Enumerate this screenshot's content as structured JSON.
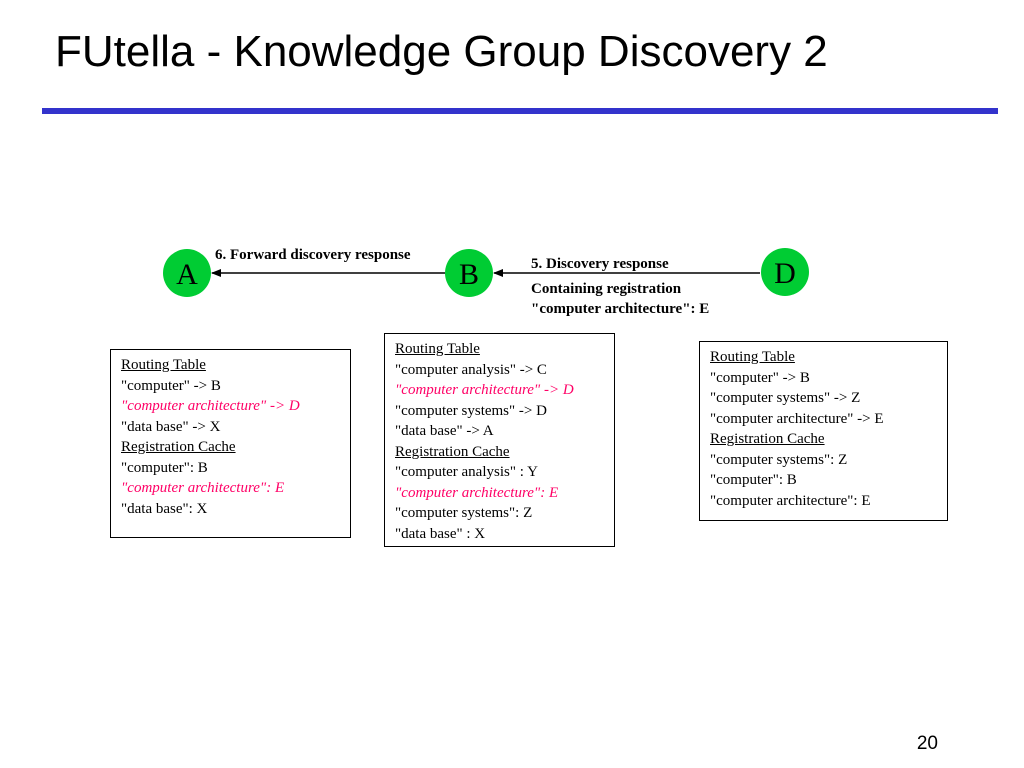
{
  "slide": {
    "title": "FUtella - Knowledge Group Discovery 2",
    "page_number": "20",
    "accent_color": "#3333cc",
    "highlight_color": "#ff0066",
    "node_fill_color": "#00cc33"
  },
  "nodes": {
    "a": "A",
    "b": "B",
    "d": "D"
  },
  "edges": {
    "forward_response": "6. Forward discovery response",
    "discovery_response": "5. Discovery response",
    "containing_line1": "Containing registration",
    "containing_line2": "\"computer architecture\": E"
  },
  "box_a": {
    "routing_header": "Routing Table",
    "routing": [
      "\"computer\" -> B",
      "\"computer architecture\" -> D",
      "\"data base\" -> X"
    ],
    "cache_header": "Registration Cache",
    "cache": [
      "\"computer\": B",
      "\"computer architecture\": E",
      "\"data base\": X"
    ]
  },
  "box_b": {
    "routing_header": "Routing Table",
    "routing": [
      "\"computer analysis\" -> C",
      "\"computer architecture\" -> D",
      "\"computer systems\" -> D",
      "\"data base\" -> A"
    ],
    "cache_header": "Registration Cache",
    "cache": [
      "\"computer analysis\" : Y",
      "\"computer architecture\": E",
      "\"computer systems\": Z",
      "\"data base\" : X"
    ]
  },
  "box_d": {
    "routing_header": "Routing Table",
    "routing": [
      "\"computer\" -> B",
      "\"computer systems\" -> Z",
      "\"computer architecture\" -> E"
    ],
    "cache_header": "Registration Cache",
    "cache": [
      "\"computer systems\": Z",
      "\"computer\": B",
      "\"computer architecture\": E"
    ]
  }
}
